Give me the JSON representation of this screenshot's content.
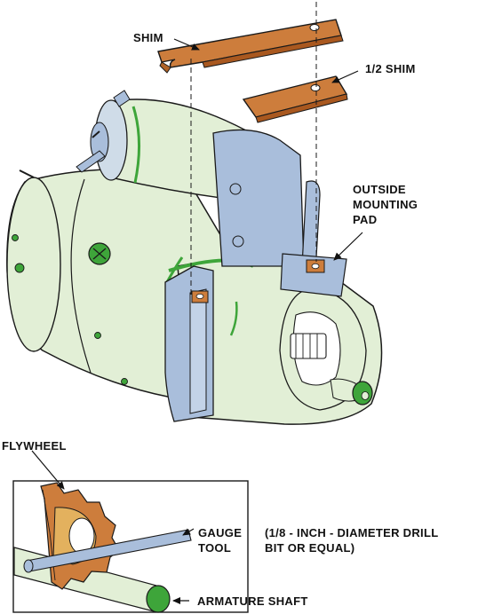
{
  "labels": {
    "shim": "SHIM",
    "half_shim": "1/2 SHIM",
    "outside_mounting_pad": [
      "OUTSIDE",
      "MOUNTING",
      "PAD"
    ],
    "flywheel": "FLYWHEEL",
    "gauge_tool": [
      "GAUGE",
      "TOOL"
    ],
    "gauge_note": [
      "(1/8 - INCH - DIAMETER DRILL",
      "BIT OR EQUAL)"
    ],
    "armature_shaft": "ARMATURE SHAFT"
  },
  "colors": {
    "shim": "#cd7d3c",
    "starter_body": "#e2efd6",
    "bracket": "#a9bedb",
    "accent_green": "#3ea53a",
    "flywheel": "#cd7d3c",
    "gauge_tool": "#a9bedb",
    "outline": "#1a1a1a"
  },
  "icons": [
    "arrow-icon",
    "bolt-icon",
    "terminal-stud-icon"
  ]
}
